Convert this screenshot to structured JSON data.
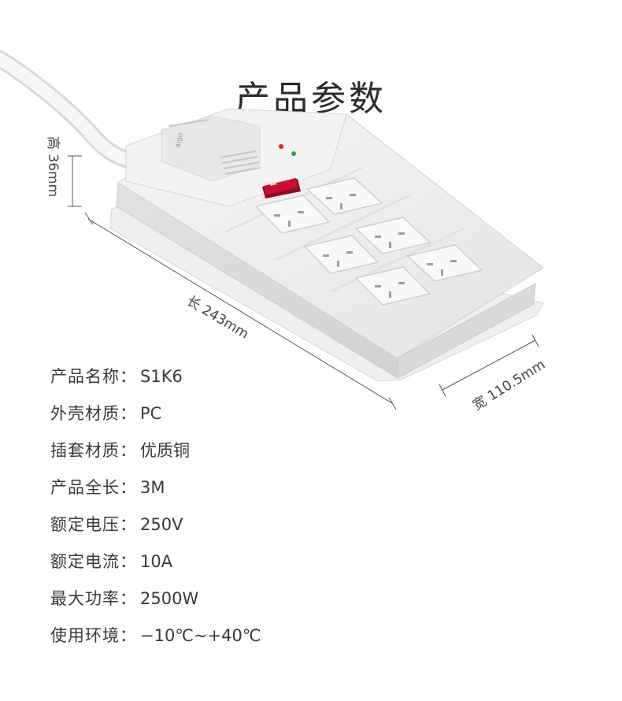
{
  "page_title": "产品参数",
  "dimensions": {
    "height": "高 36mm",
    "length": "长 243mm",
    "width": "宽 110.5mm"
  },
  "specs": [
    {
      "label": "产品名称：",
      "value": "S1K6"
    },
    {
      "label": "外壳材质：",
      "value": "PC"
    },
    {
      "label": "插套材质：",
      "value": "优质铜"
    },
    {
      "label": "产品全长：",
      "value": "3M"
    },
    {
      "label": "额定电压：",
      "value": "250V"
    },
    {
      "label": "额定电流：",
      "value": "10A"
    },
    {
      "label": "最大功率：",
      "value": "2500W"
    },
    {
      "label": "使用环境：",
      "value": "−10℃~+40℃"
    }
  ],
  "colors": {
    "body": "#eceeed",
    "shadow": "#d9dcdb",
    "switch": "#c8102e",
    "led_red": "#e02020",
    "led_green": "#2eaa3c",
    "dimension_line": "#555555"
  },
  "icons": [
    "power-switch-icon",
    "indicator-led-icon",
    "socket-icon"
  ]
}
